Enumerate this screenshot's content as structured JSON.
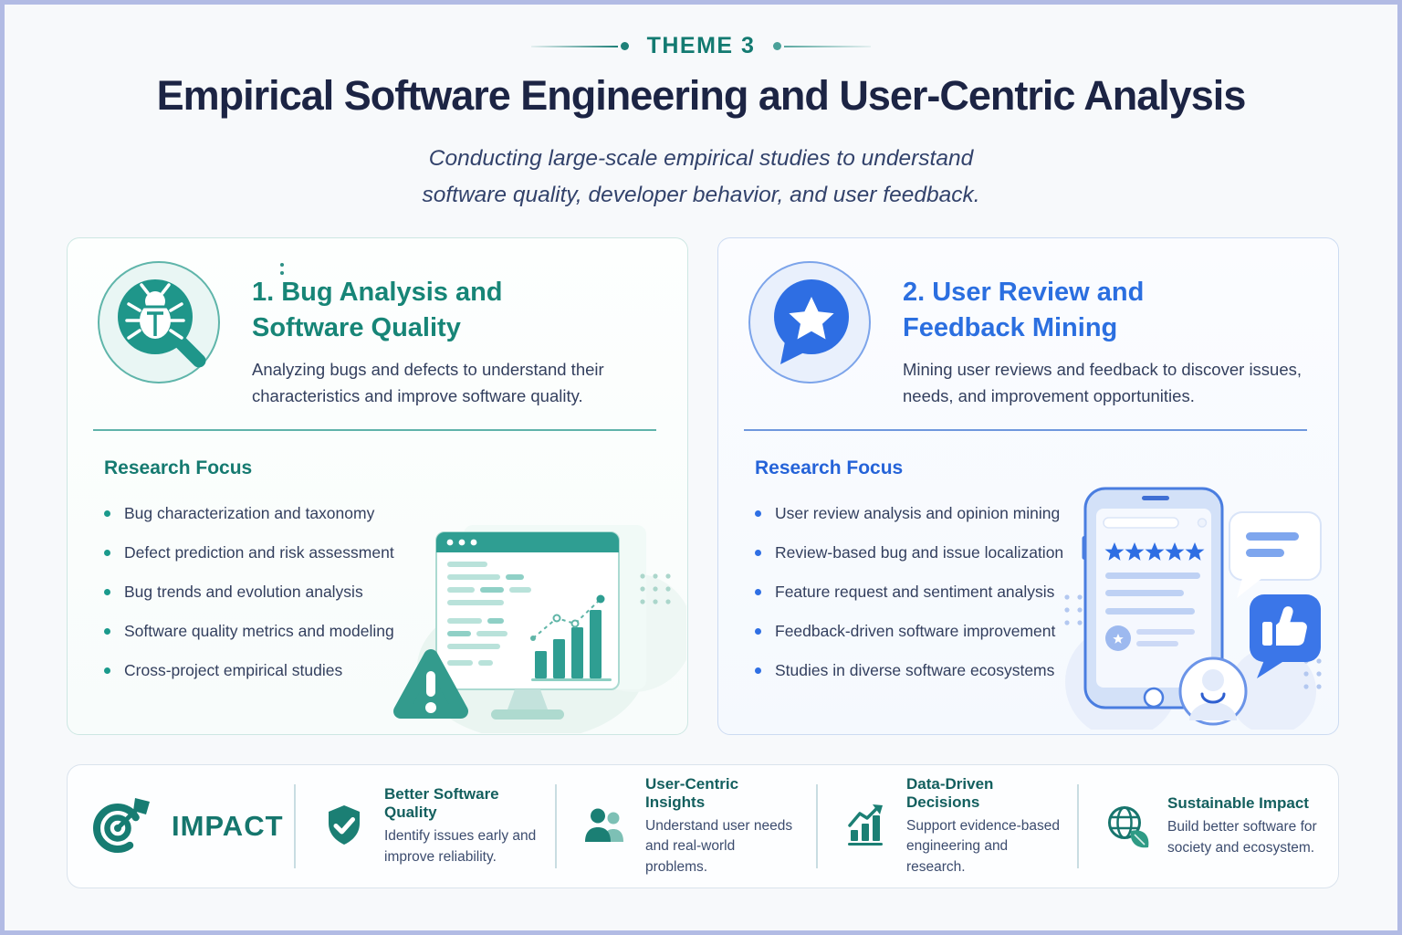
{
  "header": {
    "eyebrow": "THEME 3",
    "title": "Empirical Software Engineering and User-Centric Analysis",
    "subtitle_line1": "Conducting large-scale empirical studies to understand",
    "subtitle_line2": "software quality, developer behavior, and user feedback."
  },
  "colors": {
    "teal_accent": "#178577",
    "blue_accent": "#2b6fe0",
    "navy_title": "#1c2444"
  },
  "cards": [
    {
      "icon": "bug-magnifier-icon",
      "title_line1": "1. Bug Analysis and",
      "title_line2": "Software Quality",
      "description": "Analyzing bugs and defects to understand their characteristics and improve software quality.",
      "section_heading": "Research Focus",
      "bullets": [
        "Bug characterization and taxonomy",
        "Defect prediction and risk assessment",
        "Bug trends and evolution analysis",
        "Software quality metrics and modeling",
        "Cross-project empirical studies"
      ],
      "illustration": "monitor-code-chart-warning-illustration"
    },
    {
      "icon": "star-speech-bubble-icon",
      "title_line1": "2. User Review and",
      "title_line2": "Feedback Mining",
      "description": "Mining user reviews and feedback to discover issues, needs, and improvement opportunities.",
      "section_heading": "Research Focus",
      "bullets": [
        "User review analysis and opinion mining",
        "Review-based bug and issue localization",
        "Feature request and sentiment analysis",
        "Feedback-driven software improvement",
        "Studies in diverse software ecosystems"
      ],
      "illustration": "phone-review-feedback-illustration"
    }
  ],
  "impact": {
    "label": "IMPACT",
    "icon": "target-dart-icon",
    "items": [
      {
        "icon": "shield-check-icon",
        "title": "Better Software Quality",
        "line1": "Identify issues early and",
        "line2": "improve reliability."
      },
      {
        "icon": "people-icon",
        "title": "User-Centric Insights",
        "line1": "Understand user needs",
        "line2": "and real-world problems."
      },
      {
        "icon": "bar-chart-growth-icon",
        "title": "Data-Driven Decisions",
        "line1": "Support evidence-based",
        "line2": "engineering and research."
      },
      {
        "icon": "globe-leaf-icon",
        "title": "Sustainable Impact",
        "line1": "Build better software for",
        "line2": "society and ecosystem."
      }
    ]
  }
}
